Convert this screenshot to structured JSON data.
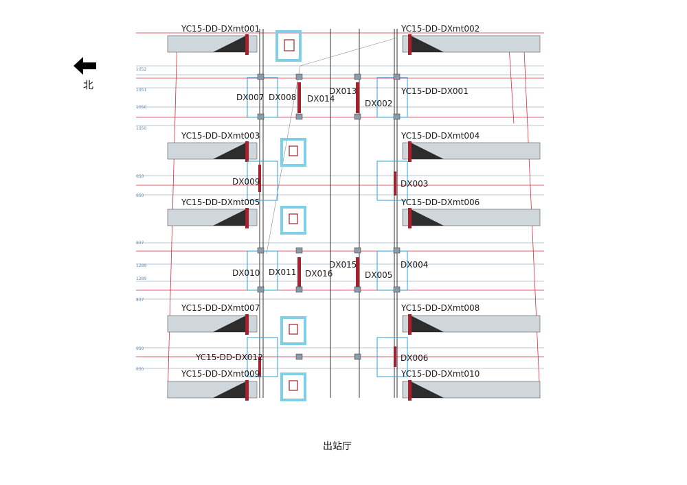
{
  "north": {
    "label": "北"
  },
  "footer": {
    "label": "出站厅"
  },
  "colors": {
    "red": "#d92b3a",
    "blue": "#2a9fd8",
    "highlight": "#7fd0e6",
    "grid": "#9fb3c8",
    "dark": "#333333"
  },
  "labels": {
    "mt001": "YC15-DD-DXmt001",
    "mt002": "YC15-DD-DXmt002",
    "mt003": "YC15-DD-DXmt003",
    "mt004": "YC15-DD-DXmt004",
    "mt005": "YC15-DD-DXmt005",
    "mt006": "YC15-DD-DXmt006",
    "mt007": "YC15-DD-DXmt007",
    "mt008": "YC15-DD-DXmt008",
    "mt009": "YC15-DD-DXmt009",
    "mt010": "YC15-DD-DXmt010",
    "dx001": "YC15-DD-DX001",
    "dx002": "DX002",
    "dx003": "DX003",
    "dx004": "DX004",
    "dx005": "DX005",
    "dx006": "DX006",
    "dx007": "DX007",
    "dx008": "DX008",
    "dx009": "DX009",
    "dx010": "DX010",
    "dx011": "DX011",
    "dx012": "YC15-DD-DX012",
    "dx013": "DX013",
    "dx014": "DX014",
    "dx015": "DX015",
    "dx016": "DX016"
  },
  "row_ticks": [
    "1052",
    "1051",
    "1050",
    "1050",
    "650",
    "650",
    "837",
    "1289",
    "1289",
    "837",
    "650",
    "650"
  ]
}
